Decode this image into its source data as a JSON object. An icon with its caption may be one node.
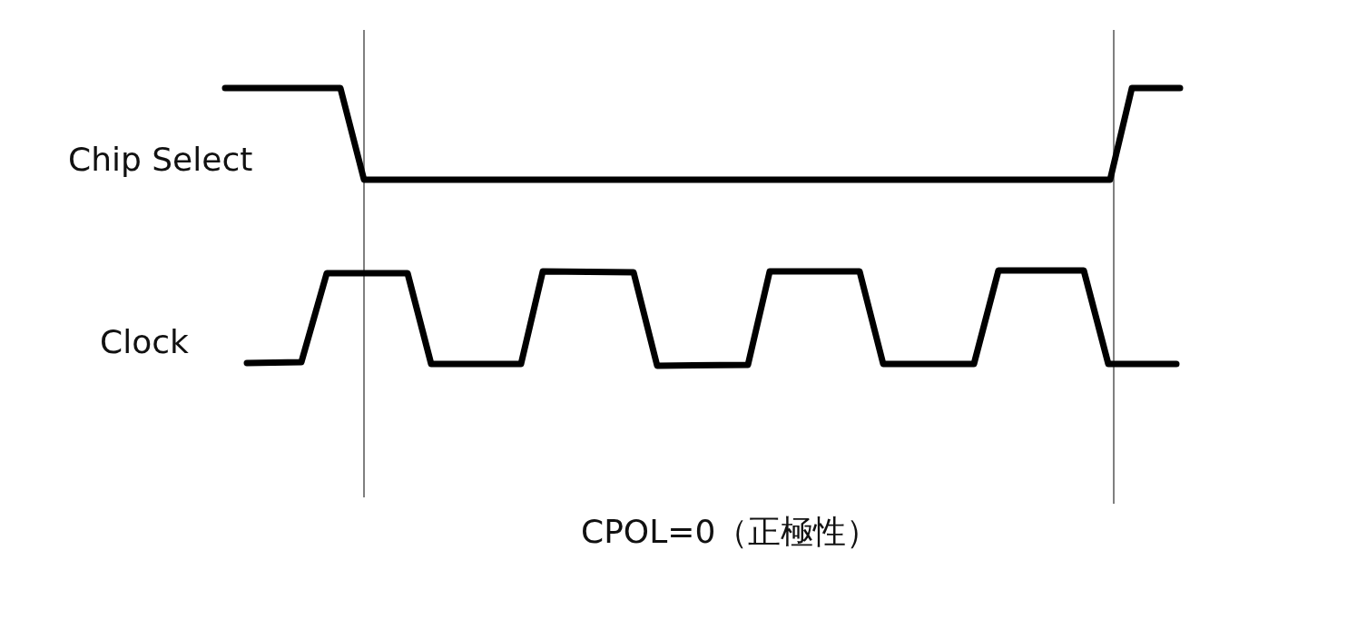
{
  "diagram": {
    "caption": "CPOL=0（正極性）",
    "labels": [
      "Chip Select",
      "Clock"
    ]
  }
}
